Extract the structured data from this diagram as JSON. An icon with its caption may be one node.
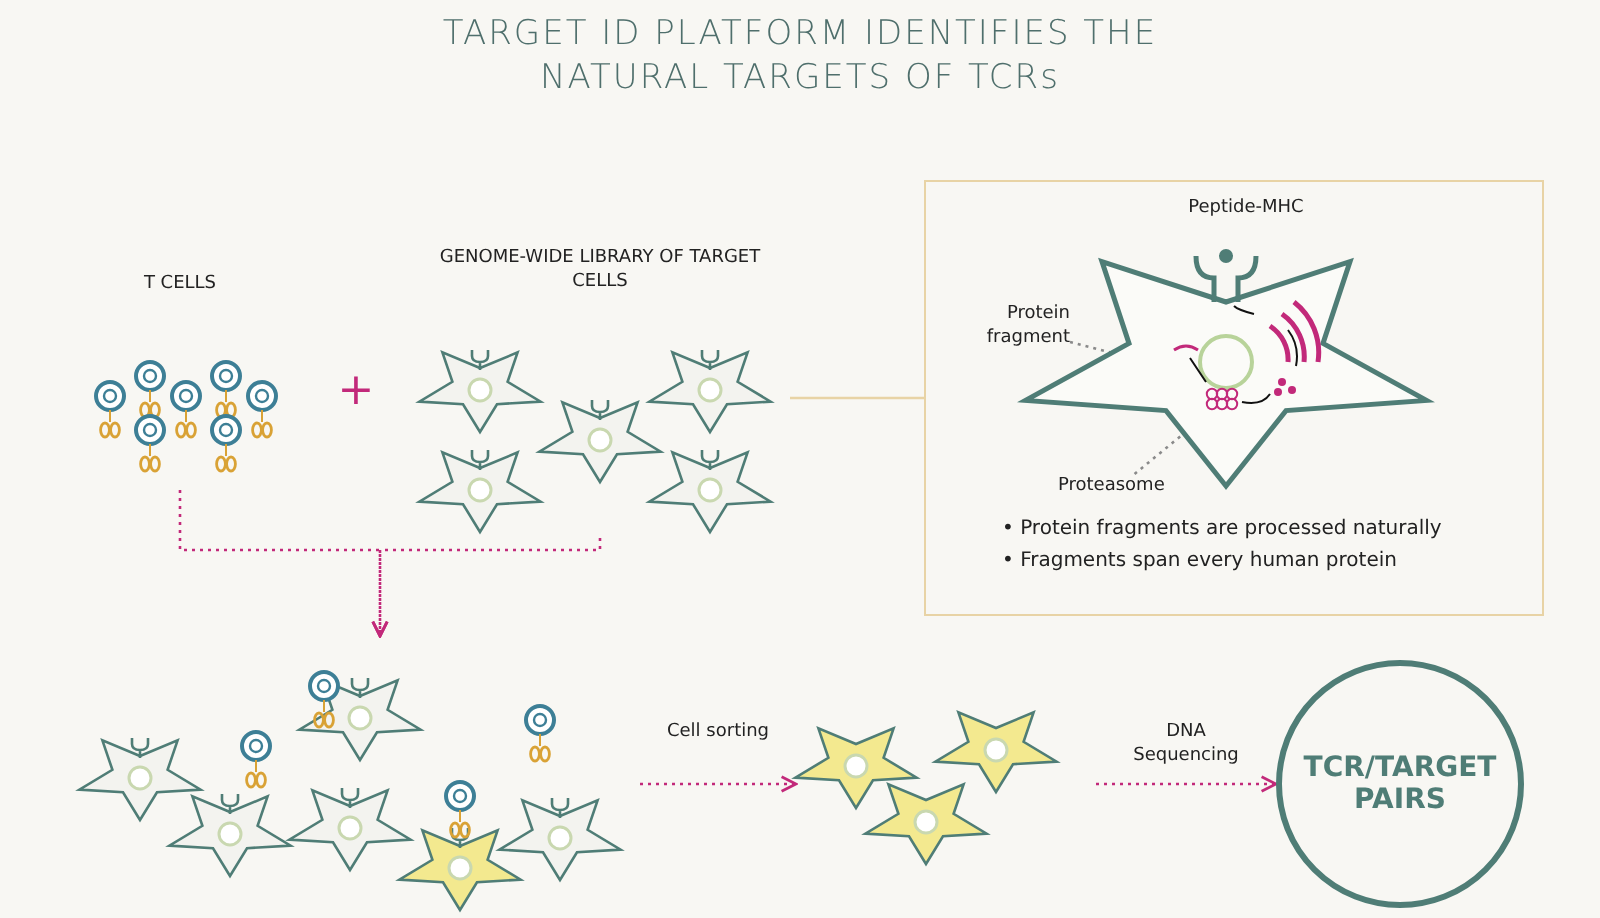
{
  "diagram": {
    "title": "TARGET ID PLATFORM IDENTIFIES THE NATURAL TARGETS OF TCRs",
    "nodes": [
      {
        "text": [
          "T CELLS"
        ]
      },
      {
        "text": [
          "GENOME-WIDE LIBRARY OF TARGET CELLS"
        ]
      },
      {
        "text": [],
        "shape": "picture"
      },
      {
        "text": [],
        "shape": "picture"
      },
      {
        "text": [
          "TCR/TARGET PAIRS"
        ]
      },
      {
        "text": [
          "• Protein fragments are processed naturally",
          "• Fragments span every human protein"
        ]
      },
      {
        "text": [
          "Protein fragment"
        ],
        "in": 5
      },
      {
        "text": [
          "Proteasome"
        ],
        "in": 5
      }
    ],
    "edges": [
      {
        "from": 0,
        "to": 2,
        "arrow": "to",
        "style": "dashed"
      },
      {
        "from": 1,
        "to": 2,
        "arrow": "to",
        "style": "dashed"
      },
      {
        "from": 2,
        "to": 3,
        "arrow": "to",
        "style": "dashed",
        "label": "Cell sorting"
      },
      {
        "from": 3,
        "to": 4,
        "arrow": "to",
        "style": "dashed",
        "label": "DNA Sequencing"
      },
      {
        "from": 1,
        "to": 5,
        "arrow": "none",
        "color": "#e8d3a5"
      },
      {
        "from": 6,
        "to": null,
        "arrow": "none",
        "style": "dashed",
        "color": "#8a8a8a"
      },
      {
        "from": 7,
        "to": null,
        "arrow": "none",
        "style": "dashed",
        "color": "#8a8a8a"
      }
    ],
    "labels": [
      "+",
      "Peptide-MHC"
    ]
  }
}
